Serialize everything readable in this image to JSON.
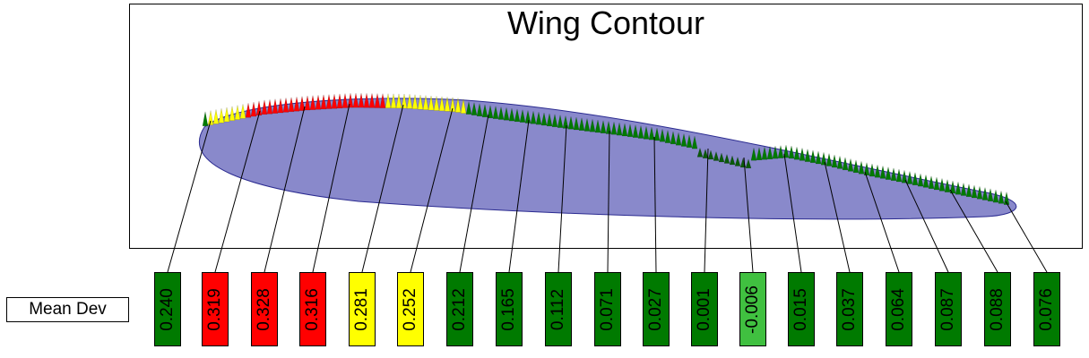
{
  "title": "Wing Contour",
  "row_label": "Mean Dev",
  "colors": {
    "red": "#FF0000",
    "yellow": "#FFFF00",
    "green": "#007A00",
    "light_green": "#40C040",
    "wing": "#3A3AA8"
  },
  "measurements": [
    {
      "value": "0.240",
      "status": "green"
    },
    {
      "value": "0.319",
      "status": "red"
    },
    {
      "value": "0.328",
      "status": "red"
    },
    {
      "value": "0.316",
      "status": "red"
    },
    {
      "value": "0.281",
      "status": "yellow"
    },
    {
      "value": "0.252",
      "status": "yellow"
    },
    {
      "value": "0.212",
      "status": "green"
    },
    {
      "value": "0.165",
      "status": "green"
    },
    {
      "value": "0.112",
      "status": "green"
    },
    {
      "value": "0.071",
      "status": "green"
    },
    {
      "value": "0.027",
      "status": "green"
    },
    {
      "value": "0.001",
      "status": "green"
    },
    {
      "value": "-0.006",
      "status": "light_green"
    },
    {
      "value": "0.015",
      "status": "green"
    },
    {
      "value": "0.037",
      "status": "green"
    },
    {
      "value": "0.064",
      "status": "green"
    },
    {
      "value": "0.087",
      "status": "green"
    },
    {
      "value": "0.088",
      "status": "green"
    },
    {
      "value": "0.076",
      "status": "green"
    }
  ]
}
